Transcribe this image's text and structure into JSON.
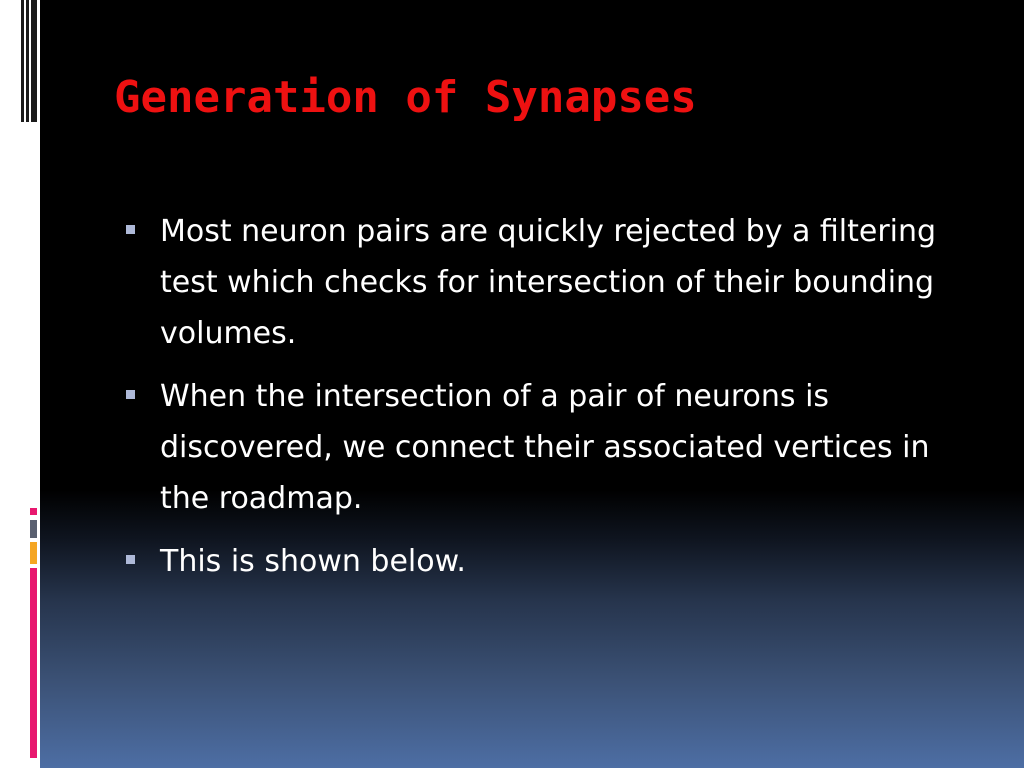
{
  "slide": {
    "title": "Generation of Synapses",
    "bullets": [
      "Most neuron pairs are quickly rejected by a filtering test which checks for intersection of their bounding volumes.",
      "When the intersection of a pair of neurons is discovered, we connect their associated vertices in the roadmap.",
      "This is shown below."
    ]
  },
  "colors": {
    "title": "#ee1111",
    "text": "#ffffff",
    "bullet_marker": "#aeb9d8",
    "background_top": "#000000",
    "background_bottom": "#4d6ea4",
    "accent_pink": "#e8186f",
    "accent_orange": "#f5a623",
    "accent_gray": "#5a6070"
  }
}
